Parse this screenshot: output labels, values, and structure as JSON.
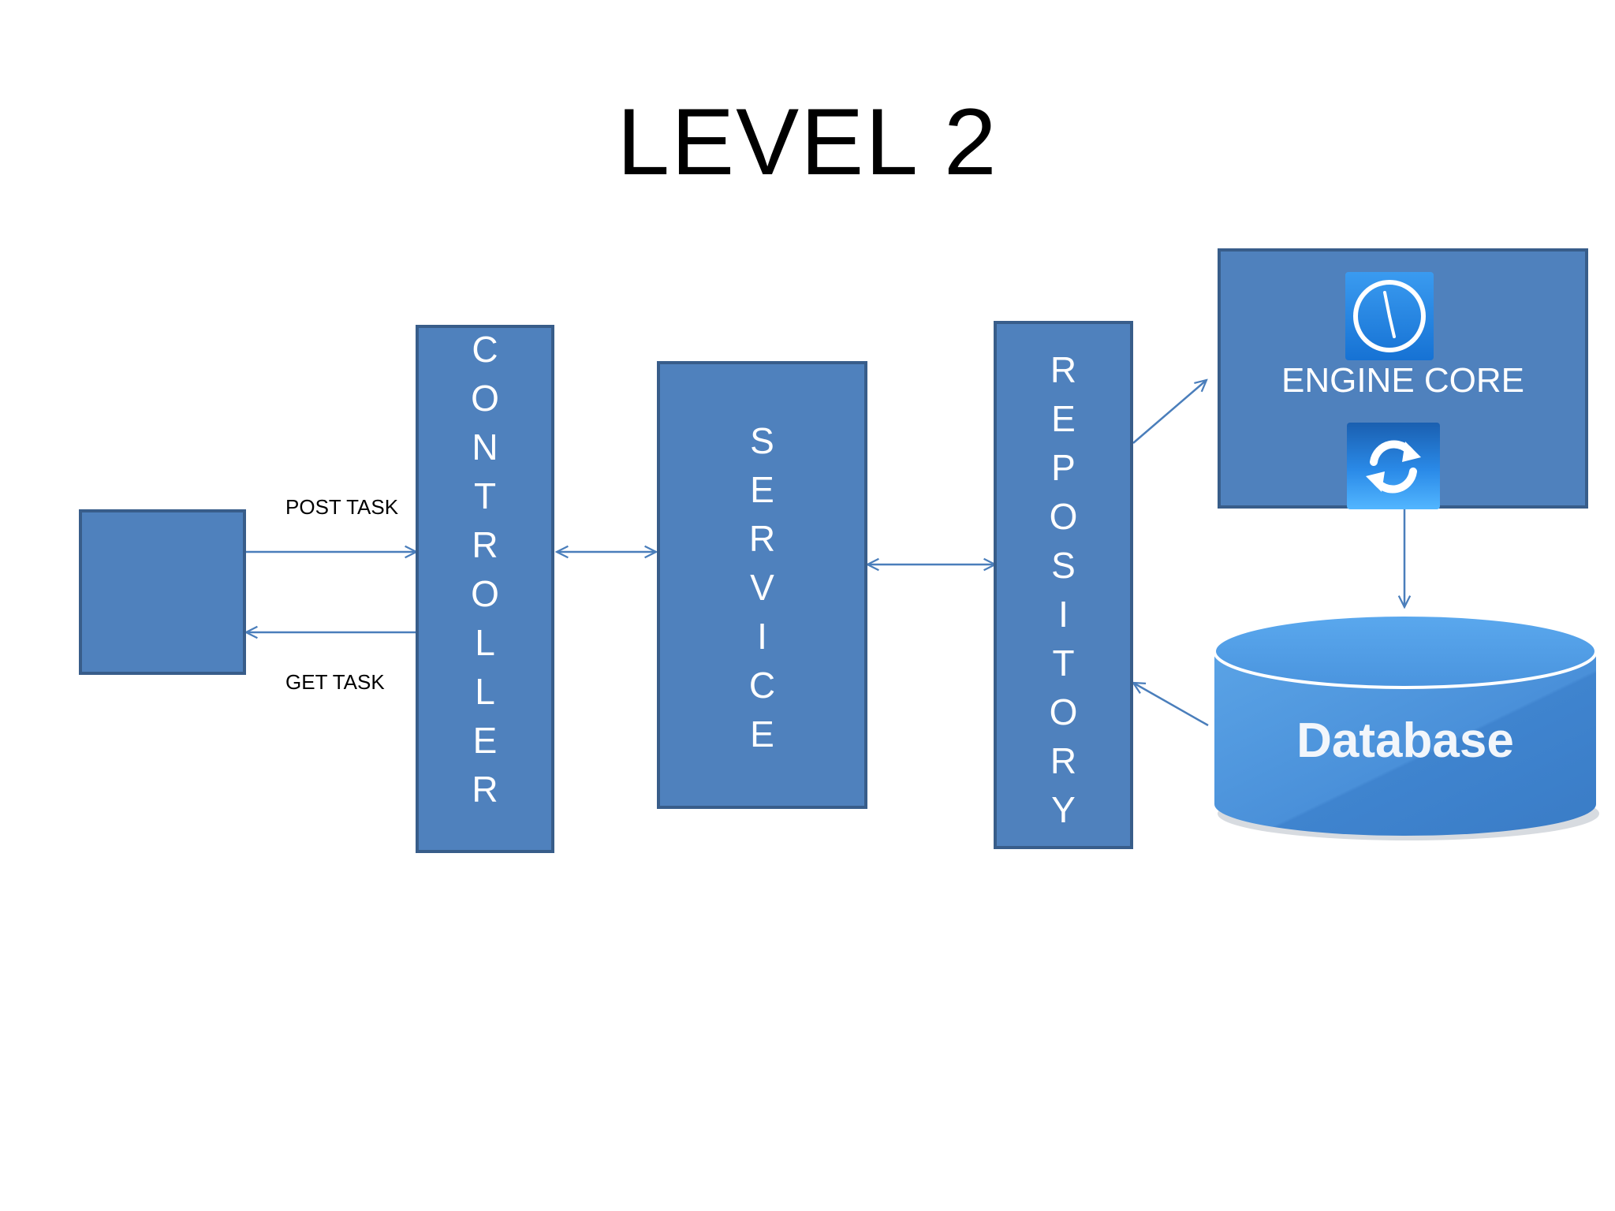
{
  "title": "LEVEL 2",
  "nodes": {
    "client": {
      "label": ""
    },
    "controller": {
      "label": "CONTROLLER"
    },
    "service": {
      "label": "SERVICE"
    },
    "repository": {
      "label": "REPOSITORY"
    },
    "engine_core": {
      "label": "ENGINE CORE",
      "icons": [
        "clock-icon",
        "sync-icon"
      ]
    },
    "database": {
      "label": "Database"
    }
  },
  "edges": [
    {
      "from": "client",
      "to": "controller",
      "label": "POST TASK",
      "direction": "forward"
    },
    {
      "from": "controller",
      "to": "client",
      "label": "GET TASK",
      "direction": "forward"
    },
    {
      "from": "controller",
      "to": "service",
      "label": "",
      "direction": "both"
    },
    {
      "from": "service",
      "to": "repository",
      "label": "",
      "direction": "both"
    },
    {
      "from": "repository",
      "to": "engine_core",
      "label": "",
      "direction": "forward"
    },
    {
      "from": "engine_core",
      "to": "database",
      "label": "",
      "direction": "forward"
    },
    {
      "from": "database",
      "to": "repository",
      "label": "",
      "direction": "forward"
    }
  ],
  "colors": {
    "box_fill": "#4f81bd",
    "box_border": "#385d8a",
    "arrow": "#4a7ebb",
    "database": "#4a90d9",
    "icon_tile": "#1e88e5"
  }
}
